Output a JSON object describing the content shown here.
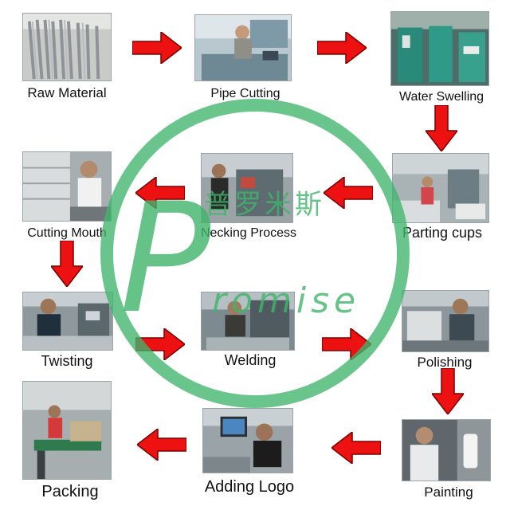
{
  "steps": [
    {
      "label": "Raw Material"
    },
    {
      "label": "Pipe Cutting"
    },
    {
      "label": "Water Swelling"
    },
    {
      "label": "Parting cups"
    },
    {
      "label": "Necking Process"
    },
    {
      "label": "Cutting Mouth"
    },
    {
      "label": "Twisting"
    },
    {
      "label": "Welding"
    },
    {
      "label": "Polishing"
    },
    {
      "label": "Painting"
    },
    {
      "label": "Adding Logo"
    },
    {
      "label": "Packing"
    }
  ],
  "watermark": {
    "letter": "P",
    "word": "romise",
    "chinese": "普罗米斯",
    "color": "#3fb56b"
  },
  "arrow_color": "#ee1111"
}
